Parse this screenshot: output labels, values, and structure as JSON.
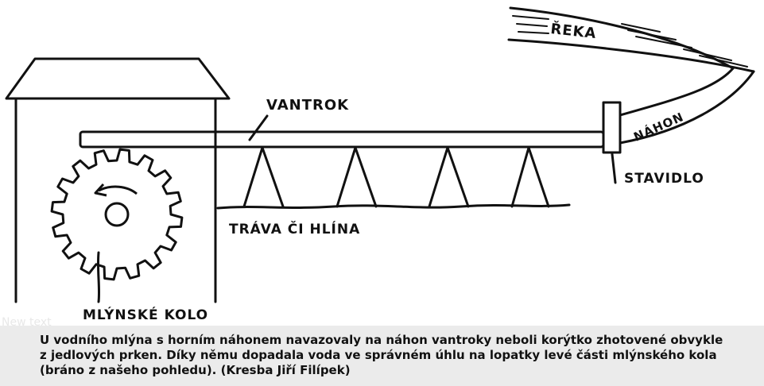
{
  "labels": {
    "reka": "ŘEKA",
    "vantrok": "VANTROK",
    "nahon": "NÁHON",
    "stavidlo": "STAVIDLO",
    "trava": "TRÁVA ČI HLÍNA",
    "kolo": "MLÝNSKÉ KOLO"
  },
  "ghost_text": "New text",
  "caption": "U vodního mlýna s horním náhonem navazovaly na náhon vantroky neboli korýtko zhotovené obvykle z jedlových prken. Díky němu dopadala voda ve správném úhlu na lopatky levé části mlýnského kola (bráno z našeho pohledu). (Kresba Jiří Filípek)",
  "colors": {
    "ink": "#111111",
    "caption_bg": "#ebebeb"
  }
}
